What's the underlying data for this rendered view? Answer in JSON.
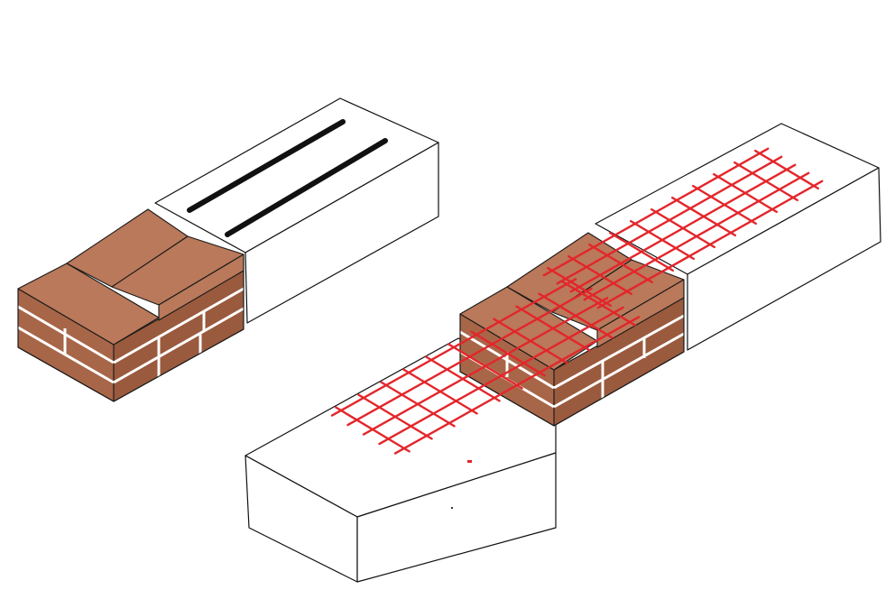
{
  "colors": {
    "brick": "#b9795a",
    "brick_dark": "#a86648",
    "mortar": "#ffffff",
    "rebar": "#111111",
    "mesh": "#e3262b",
    "outline": "#111111"
  },
  "figures": [
    {
      "name": "left-assembly",
      "reinforcement": "rebar",
      "rebar_count": 2
    },
    {
      "name": "right-assembly",
      "reinforcement": "mesh"
    }
  ]
}
